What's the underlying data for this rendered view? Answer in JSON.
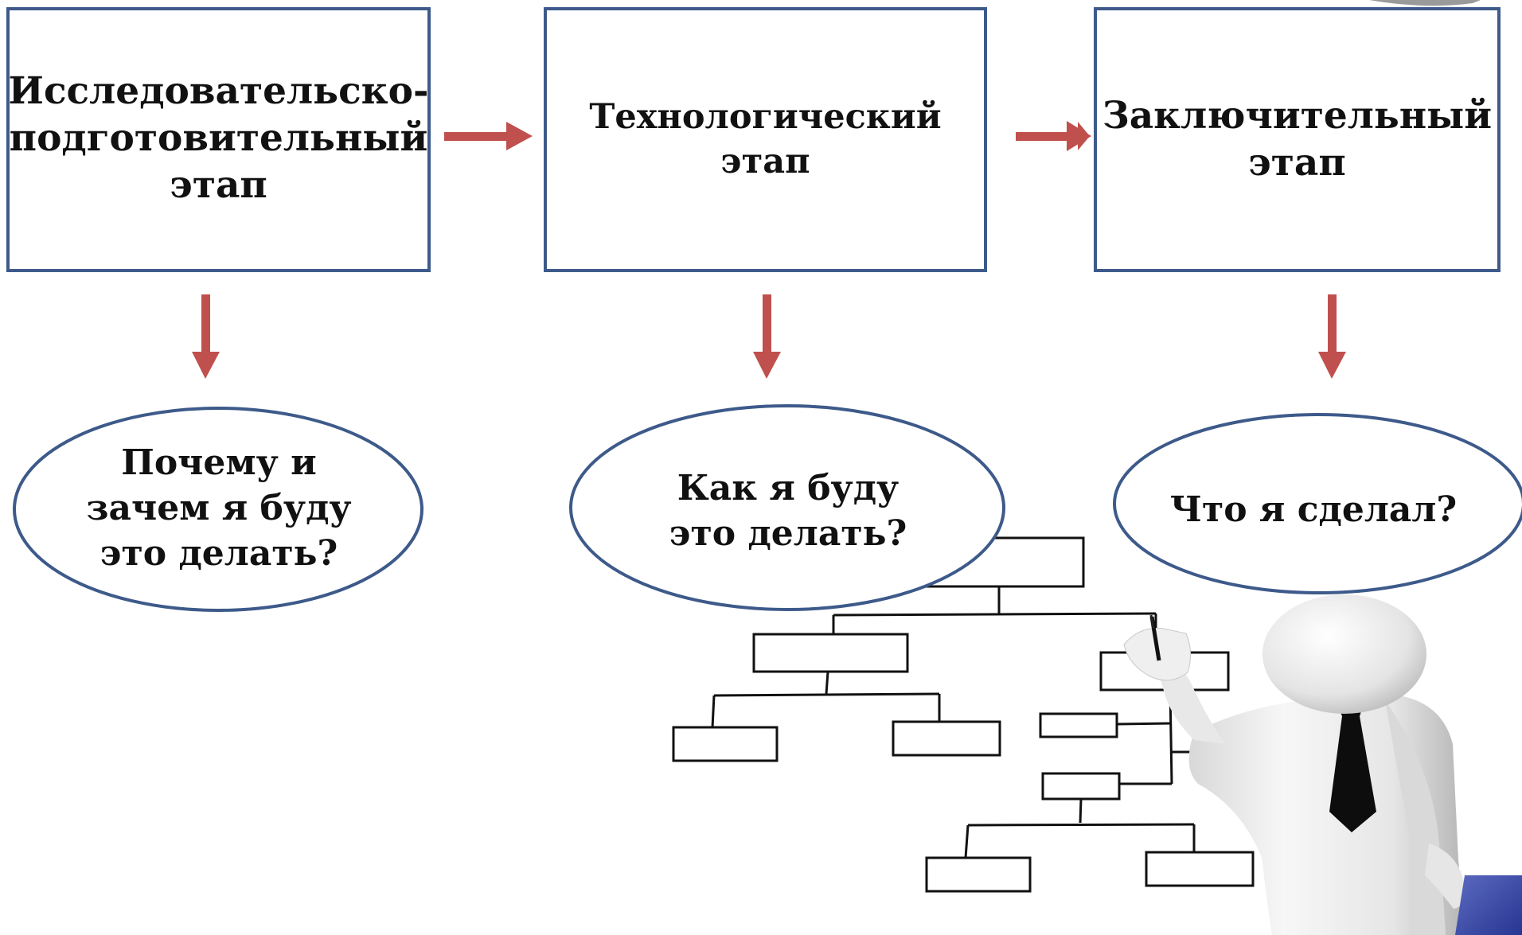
{
  "stages": [
    {
      "title": "Исследовательско-\nподготовительный\nэтап"
    },
    {
      "title": "Технологический этап"
    },
    {
      "title": "Заключительный\nэтап"
    }
  ],
  "questions": [
    {
      "text": "Почему и\nзачем я буду\nэто делать?"
    },
    {
      "text": "Как я буду\nэто делать?"
    },
    {
      "text": "Что я сделал?"
    }
  ],
  "colors": {
    "box_border": "#3d5a8a",
    "arrow": "#c0504d",
    "text": "#111111",
    "accent_corner": "#3949ab"
  },
  "icons": [
    "businessman-drawing-illustration",
    "org-chart-sketch"
  ]
}
